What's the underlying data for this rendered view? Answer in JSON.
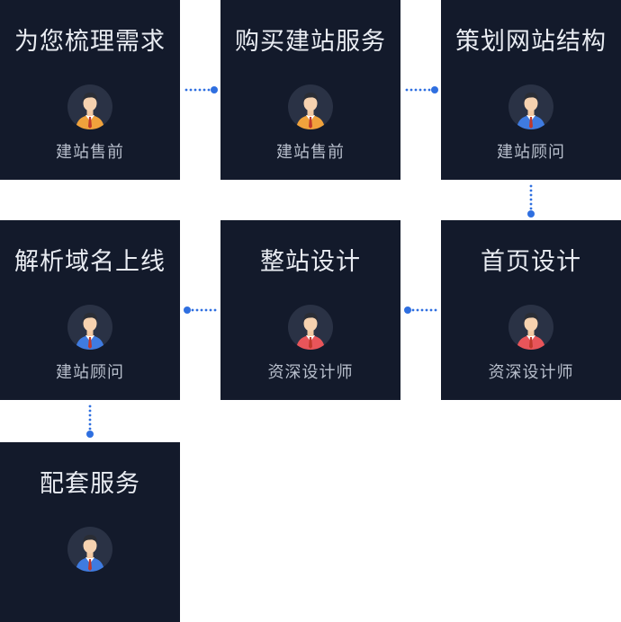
{
  "steps": [
    {
      "title": "为您梳理需求",
      "role": "建站售前",
      "shirt": "#f0a23c"
    },
    {
      "title": "购买建站服务",
      "role": "建站售前",
      "shirt": "#f0a23c"
    },
    {
      "title": "策划网站结构",
      "role": "建站顾问",
      "shirt": "#3f7be0"
    },
    {
      "title": "解析域名上线",
      "role": "建站顾问",
      "shirt": "#3f7be0"
    },
    {
      "title": "整站设计",
      "role": "资深设计师",
      "shirt": "#e8555a"
    },
    {
      "title": "首页设计",
      "role": "资深设计师",
      "shirt": "#e8555a"
    },
    {
      "title": "配套服务",
      "role": "",
      "shirt": "#3f7be0"
    }
  ],
  "colors": {
    "card_bg": "#131a2b",
    "connector": "#2f6fe0"
  }
}
